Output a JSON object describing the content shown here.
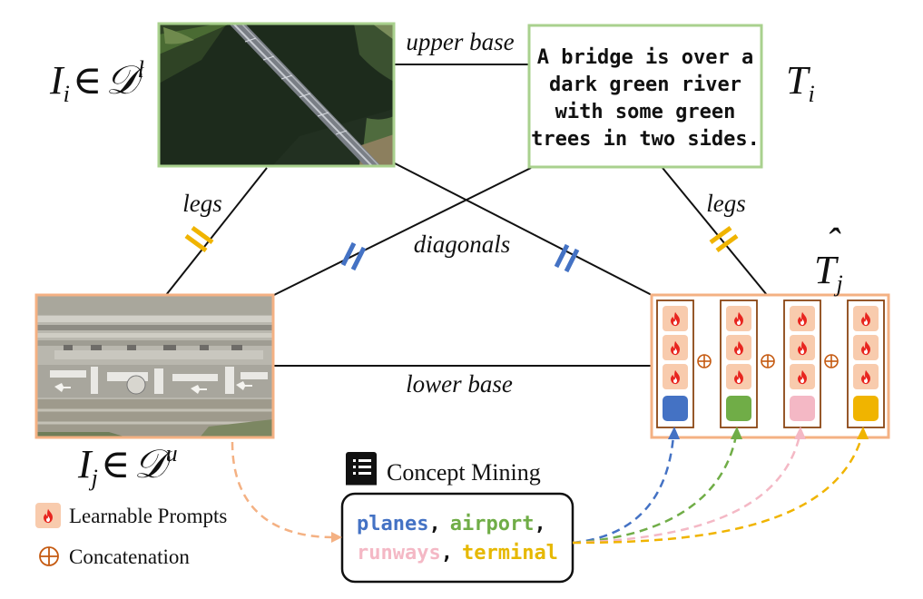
{
  "labels": {
    "upper_base": "upper base",
    "lower_base": "lower base",
    "legs_left": "legs",
    "legs_right": "legs",
    "diagonals": "diagonals"
  },
  "math": {
    "Ii_base": "I",
    "Ii_sub": "i",
    "Ii_rel": "∈",
    "Ii_set": "𝒟",
    "Ii_sup": "l",
    "Ti_base": "T",
    "Ti_sub": "i",
    "Ij_base": "I",
    "Ij_sub": "j",
    "Ij_rel": "∈",
    "Ij_set": "𝒟",
    "Ij_sup": "u",
    "Tj_base": "T",
    "Tj_hat": "ˆ",
    "Tj_sub": "j"
  },
  "text_box": {
    "lines": [
      "A bridge is over a",
      "dark green river",
      "with some green",
      "trees in two sides."
    ]
  },
  "concept_mining": {
    "title": "Concept Mining",
    "concepts": [
      {
        "text": "planes",
        "color": "#4472c4"
      },
      {
        "text": "airport",
        "color": "#70ad47"
      },
      {
        "text": "runways",
        "color": "#f4b8c5"
      },
      {
        "text": "terminal",
        "color": "#e6b800"
      }
    ],
    "separator": ","
  },
  "legend": {
    "learnable_prompts": "Learnable Prompts",
    "concatenation": "Concatenation"
  },
  "colors": {
    "green_border": "#a9d18e",
    "orange_border": "#f4b183",
    "prompt_fill": "#f8cbad",
    "flame": "#e8251f",
    "equal_marks_yellow": "#f0b400",
    "equal_marks_blue": "#4472c4",
    "concept_tokens": [
      "#4472c4",
      "#70ad47",
      "#f4b8c5",
      "#f0b400"
    ],
    "dashed_orange": "#f4b183",
    "box_outline": "#8b4513"
  },
  "icons": {
    "flame": "flame-icon",
    "book": "book-icon",
    "concat": "circle-plus-icon"
  }
}
